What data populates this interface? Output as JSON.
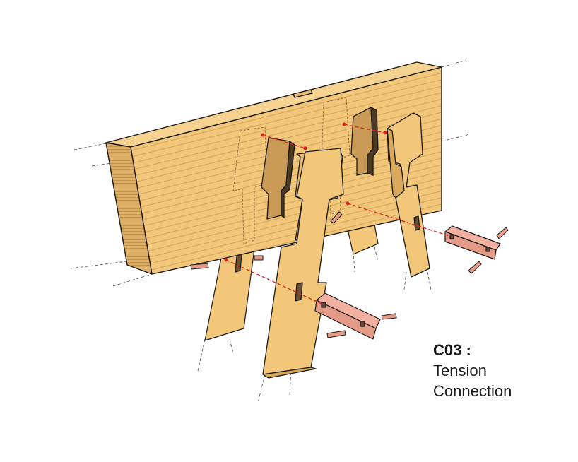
{
  "caption": {
    "code": "C03 :",
    "line1": "Tension",
    "line2": "Connection"
  },
  "colors": {
    "timber": "#f2c77a",
    "timber_dark": "#d9a85a",
    "key": "#e39a86",
    "guide": "#e02020",
    "outline": "#1a1a1a"
  }
}
